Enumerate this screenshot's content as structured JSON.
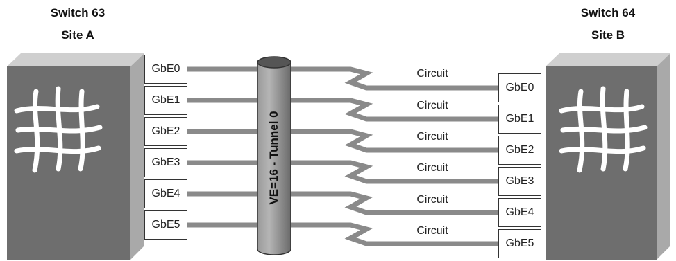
{
  "site_a": {
    "switch_label": "Switch 63",
    "site_label": "Site A"
  },
  "site_b": {
    "switch_label": "Switch 64",
    "site_label": "Site B"
  },
  "ports_a": [
    "GbE0",
    "GbE1",
    "GbE2",
    "GbE3",
    "GbE4",
    "GbE5"
  ],
  "ports_b": [
    "GbE0",
    "GbE1",
    "GbE2",
    "GbE3",
    "GbE4",
    "GbE5"
  ],
  "circuit_label": "Circuit",
  "tunnel_label": "VE=16 - Tunnel 0",
  "colors": {
    "switch_front": "#6e6e6e",
    "switch_top": "#cfcfcf",
    "switch_side": "#a9a9a9",
    "link": "#8a8a8a",
    "tunnel": "#8c8c8c"
  },
  "icons": [
    "fabric-switch-icon",
    "fabric-switch-icon"
  ]
}
